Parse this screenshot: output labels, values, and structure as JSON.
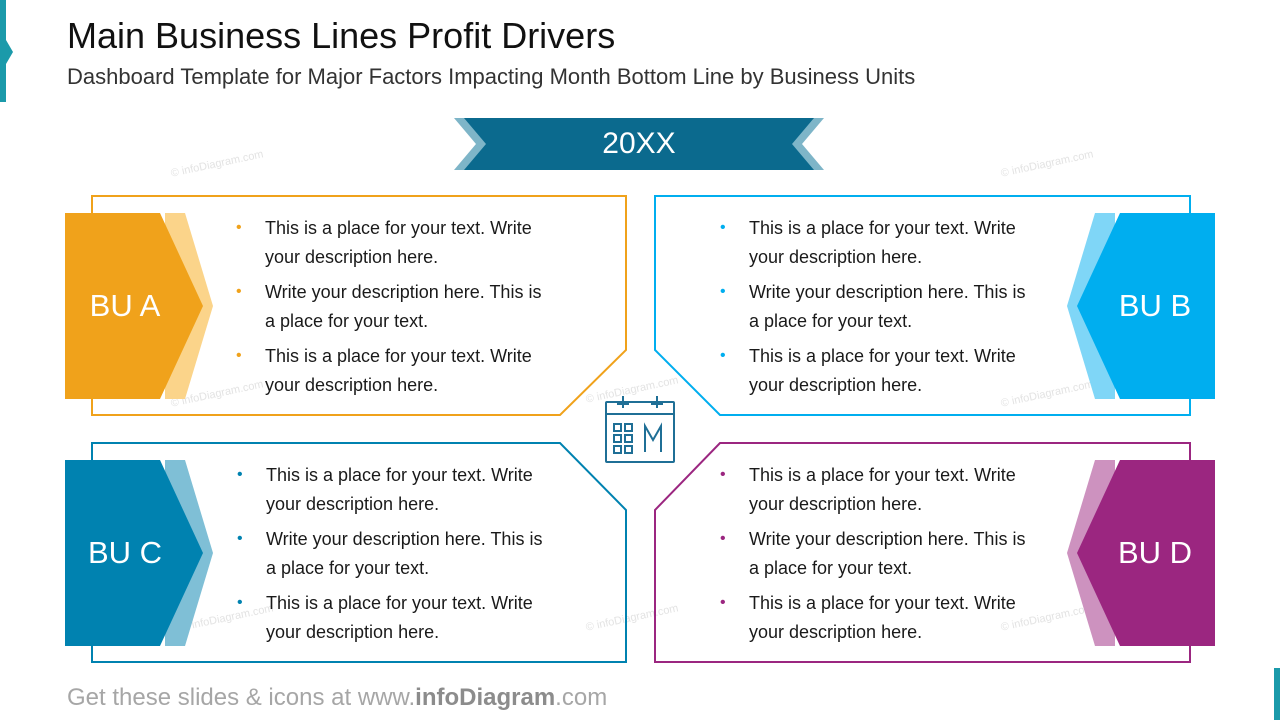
{
  "slide": {
    "title": "Main Business Lines Profit Drivers",
    "subtitle": "Dashboard Template for Major Factors Impacting Month Bottom Line by Business Units",
    "year": "20XX",
    "watermark": "© infoDiagram.com",
    "footer": {
      "prefix": "Get these slides & icons at www.",
      "brand": "infoDiagram",
      "suffix": ".com"
    }
  },
  "colors": {
    "accent": "#1b9aaa",
    "banner": "#0b6a8e",
    "banner_tail": "#7eb5c8",
    "bu_a": "#f0a21b",
    "bu_a_light": "#fbd48a",
    "bu_b": "#00aeef",
    "bu_b_light": "#7fd6f7",
    "bu_c": "#0082b0",
    "bu_c_light": "#7fbfd6",
    "bu_d": "#9b2680",
    "bu_d_light": "#cd92bf",
    "icon": "#1f6f96"
  },
  "units": [
    {
      "label": "BU A",
      "bullets": [
        "This is a place for your text. Write your description here.",
        "Write your description here. This is a place for your text.",
        "This is a place for your text. Write your description here."
      ]
    },
    {
      "label": "BU B",
      "bullets": [
        "This is a place for your text. Write your description here.",
        "Write your description here. This is a place for your text.",
        "This is a place for your text. Write your description here."
      ]
    },
    {
      "label": "BU C",
      "bullets": [
        "This is a place for your text. Write your description here.",
        "Write your description here. This is a place for your text.",
        "This is a place for your text. Write your description here."
      ]
    },
    {
      "label": "BU D",
      "bullets": [
        "This is a place for your text. Write your description here.",
        "Write your description here. This is a place for your text.",
        "This is a place for your text. Write your description here."
      ]
    }
  ]
}
